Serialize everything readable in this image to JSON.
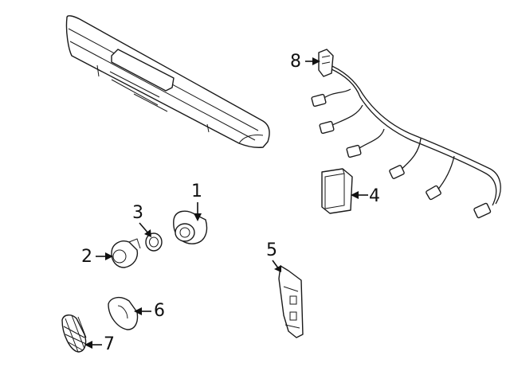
{
  "diagram": {
    "callouts": [
      {
        "id": "c1",
        "label": "1"
      },
      {
        "id": "c2",
        "label": "2"
      },
      {
        "id": "c3",
        "label": "3"
      },
      {
        "id": "c4",
        "label": "4"
      },
      {
        "id": "c5",
        "label": "5"
      },
      {
        "id": "c6",
        "label": "6"
      },
      {
        "id": "c7",
        "label": "7"
      },
      {
        "id": "c8",
        "label": "8"
      }
    ],
    "parts": [
      "bumper-reinforcement",
      "wiring-harness",
      "control-module",
      "park-sensor",
      "sensor-bezel",
      "retainer-ring",
      "bracket",
      "sensor-cover",
      "sensor-holder",
      "harness-connector"
    ]
  }
}
